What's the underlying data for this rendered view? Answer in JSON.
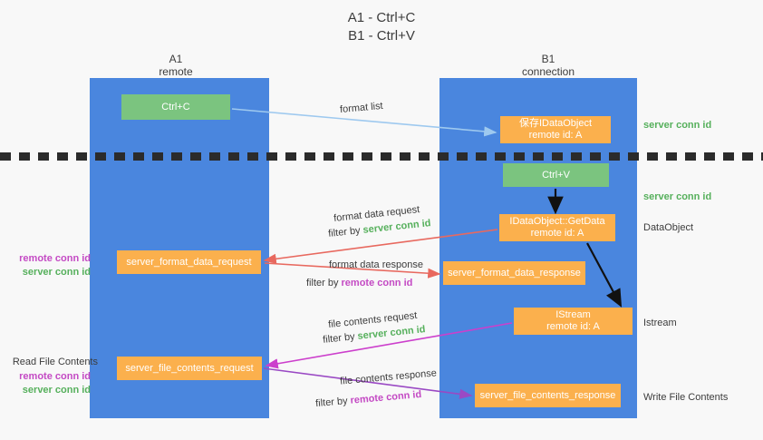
{
  "title": {
    "line1": "A1 - Ctrl+C",
    "line2": "B1 - Ctrl+V"
  },
  "columns": [
    {
      "id": "a1",
      "name": "A1",
      "role": "remote"
    },
    {
      "id": "b1",
      "name": "B1",
      "role": "connection"
    }
  ],
  "nodes": {
    "ctrl_c": {
      "label": "Ctrl+C",
      "color": "#7bc47f"
    },
    "idataobject": {
      "label": "保存IDataObject",
      "sub": "remote id: A",
      "color": "#fbb04d"
    },
    "ctrl_v": {
      "label": "Ctrl+V",
      "color": "#7bc47f"
    },
    "idataobject_getdata": {
      "label": "IDataObject::GetData",
      "sub": "remote id: A",
      "color": "#fbb04d"
    },
    "server_format_data_request": {
      "label": "server_format_data_request",
      "color": "#fbb04d"
    },
    "server_format_data_response": {
      "label": "server_format_data_response",
      "color": "#fbb04d"
    },
    "istream": {
      "label": "IStream",
      "sub": "remote id: A",
      "color": "#fbb04d"
    },
    "server_file_contents_request": {
      "label": "server_file_contents_request",
      "color": "#fbb04d"
    },
    "server_file_contents_response": {
      "label": "server_file_contents_response",
      "color": "#fbb04d"
    }
  },
  "edge_labels": {
    "format_list": "format list",
    "format_data_request": "format data request",
    "format_data_request_filter_prefix": "filter by ",
    "format_data_request_filter_value": "server conn id",
    "format_data_response": "format data response",
    "format_data_response_filter_prefix": "filter by ",
    "format_data_response_filter_value": "remote conn id",
    "file_contents_request": "file contents request",
    "file_contents_request_filter_prefix": "filter by ",
    "file_contents_request_filter_value": "server conn id",
    "file_contents_response": "file contents response",
    "file_contents_response_filter_prefix": "filter by ",
    "file_contents_response_filter_value": "remote conn id"
  },
  "right_labels": {
    "server_conn_id_1": "server conn id",
    "server_conn_id_2": "server conn id",
    "dataobject": "DataObject",
    "istream": "Istream",
    "write_file_contents": "Write File Contents"
  },
  "left_labels": {
    "remote_conn_id_1": "remote conn id",
    "server_conn_id_1": "server conn id",
    "read_file_contents": "Read File Contents",
    "remote_conn_id_2": "remote conn id",
    "server_conn_id_2": "server conn id"
  },
  "colors": {
    "lane": "#4a86de",
    "green_node": "#7bc47f",
    "orange_node": "#fbb04d",
    "green_text": "#56b05c",
    "purple_text": "#c44ac4",
    "arrow_blue": "#9ec9ef",
    "arrow_red": "#e8695f",
    "arrow_magenta": "#cc3fcc",
    "arrow_purple": "#9a49c4",
    "arrow_black": "#111111",
    "background": "#f8f8f8",
    "dash_line": "#2b2b2b"
  }
}
